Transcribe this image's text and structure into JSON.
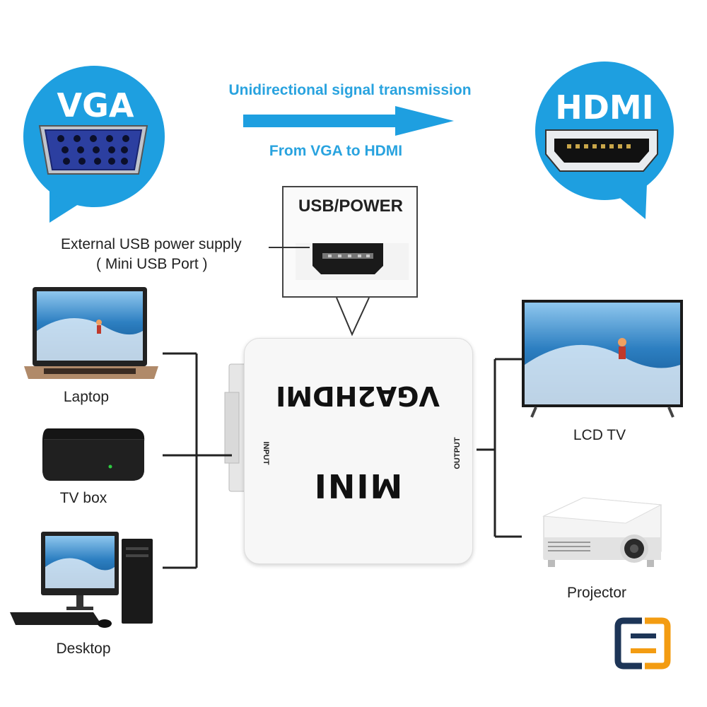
{
  "header": {
    "source_label": "VGA",
    "target_label": "HDMI",
    "direction_line1": "Unidirectional signal transmission",
    "direction_line2": "From VGA to HDMI"
  },
  "power": {
    "port_label": "USB/POWER",
    "caption_line1": "External USB power supply",
    "caption_line2": "( Mini USB Port )"
  },
  "adapter": {
    "model_text": "VGA2HDMI",
    "mini_text": "MINI",
    "input_text": "INPUT",
    "output_text": "OUTPUT"
  },
  "inputs": [
    {
      "label": "Laptop"
    },
    {
      "label": "TV box"
    },
    {
      "label": "Desktop"
    }
  ],
  "outputs": [
    {
      "label": "LCD TV"
    },
    {
      "label": "Projector"
    }
  ],
  "colors": {
    "accent_blue": "#1e9fe0",
    "text_blue": "#29a3df",
    "logo_navy": "#1d3557",
    "logo_orange": "#f39c12"
  }
}
